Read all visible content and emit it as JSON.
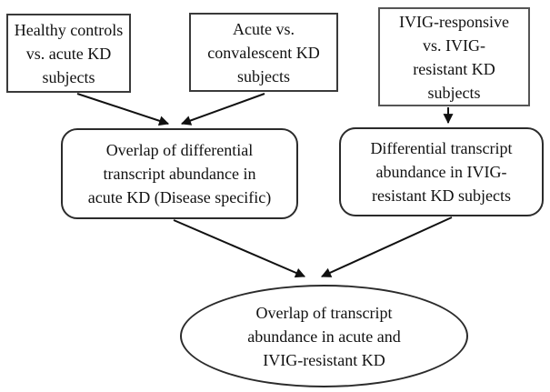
{
  "diagram": {
    "background_color": "#ffffff",
    "line_color": "#111111",
    "text_color": "#111111",
    "nodes": {
      "healthy_vs_acute": {
        "shape": "rectangle",
        "label": "Healthy controls\nvs. acute KD\nsubjects"
      },
      "acute_vs_convalescent": {
        "shape": "rectangle",
        "label": "Acute vs.\nconvalescent KD\nsubjects"
      },
      "ivig_responsive_vs_resistant": {
        "shape": "rectangle",
        "label": "IVIG-responsive\nvs. IVIG-\nresistant KD\nsubjects"
      },
      "overlap_acute": {
        "shape": "rounded-rectangle",
        "label": "Overlap of differential\ntranscript abundance in\nacute KD (Disease specific)"
      },
      "differential_ivig": {
        "shape": "rounded-rectangle",
        "label": "Differential transcript\nabundance in IVIG-\nresistant KD subjects"
      },
      "overlap_final": {
        "shape": "ellipse",
        "label": "Overlap of transcript\nabundance in acute and\nIVIG-resistant KD"
      }
    },
    "edges": [
      {
        "from": "healthy_vs_acute",
        "to": "overlap_acute"
      },
      {
        "from": "acute_vs_convalescent",
        "to": "overlap_acute"
      },
      {
        "from": "ivig_responsive_vs_resistant",
        "to": "differential_ivig"
      },
      {
        "from": "overlap_acute",
        "to": "overlap_final"
      },
      {
        "from": "differential_ivig",
        "to": "overlap_final"
      }
    ]
  }
}
